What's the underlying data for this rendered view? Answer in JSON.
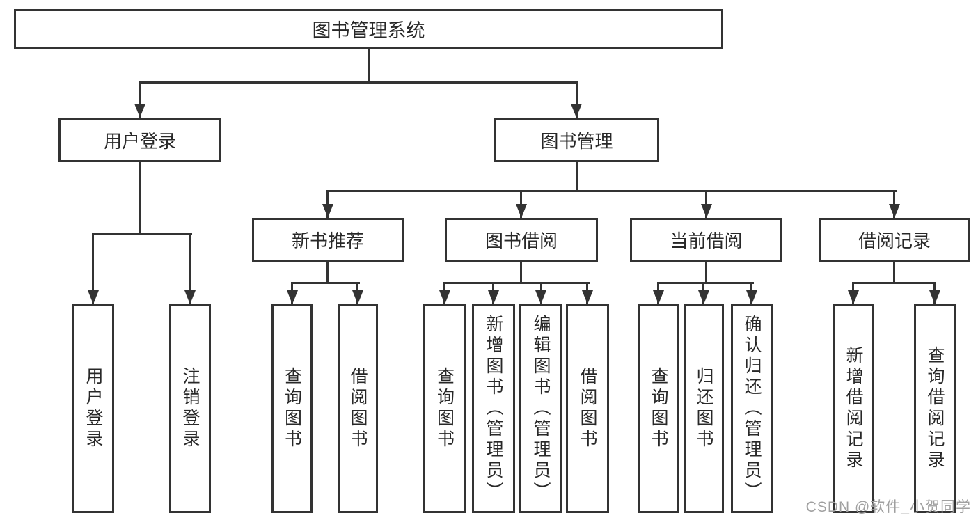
{
  "tree": {
    "root": {
      "label": "图书管理系统"
    },
    "children": [
      {
        "label": "用户登录",
        "children": [
          "用户登录",
          "注销登录"
        ]
      },
      {
        "label": "图书管理",
        "children": [
          {
            "label": "新书推荐",
            "children": [
              "查询图书",
              "借阅图书"
            ]
          },
          {
            "label": "图书借阅",
            "children": [
              "查询图书",
              "新增图书（管理员）",
              "编辑图书（管理员）",
              "借阅图书"
            ]
          },
          {
            "label": "当前借阅",
            "children": [
              "查询图书",
              "归还图书",
              "确认归还（管理员）"
            ]
          },
          {
            "label": "借阅记录",
            "children": [
              "新增借阅记录",
              "查询借阅记录"
            ]
          }
        ]
      }
    ]
  },
  "watermark": {
    "text": "CSDN @软件_小贺同学"
  },
  "colors": {
    "line": "#333333",
    "text": "#282828",
    "watermark": "#a0a0a0",
    "background": "#ffffff"
  }
}
